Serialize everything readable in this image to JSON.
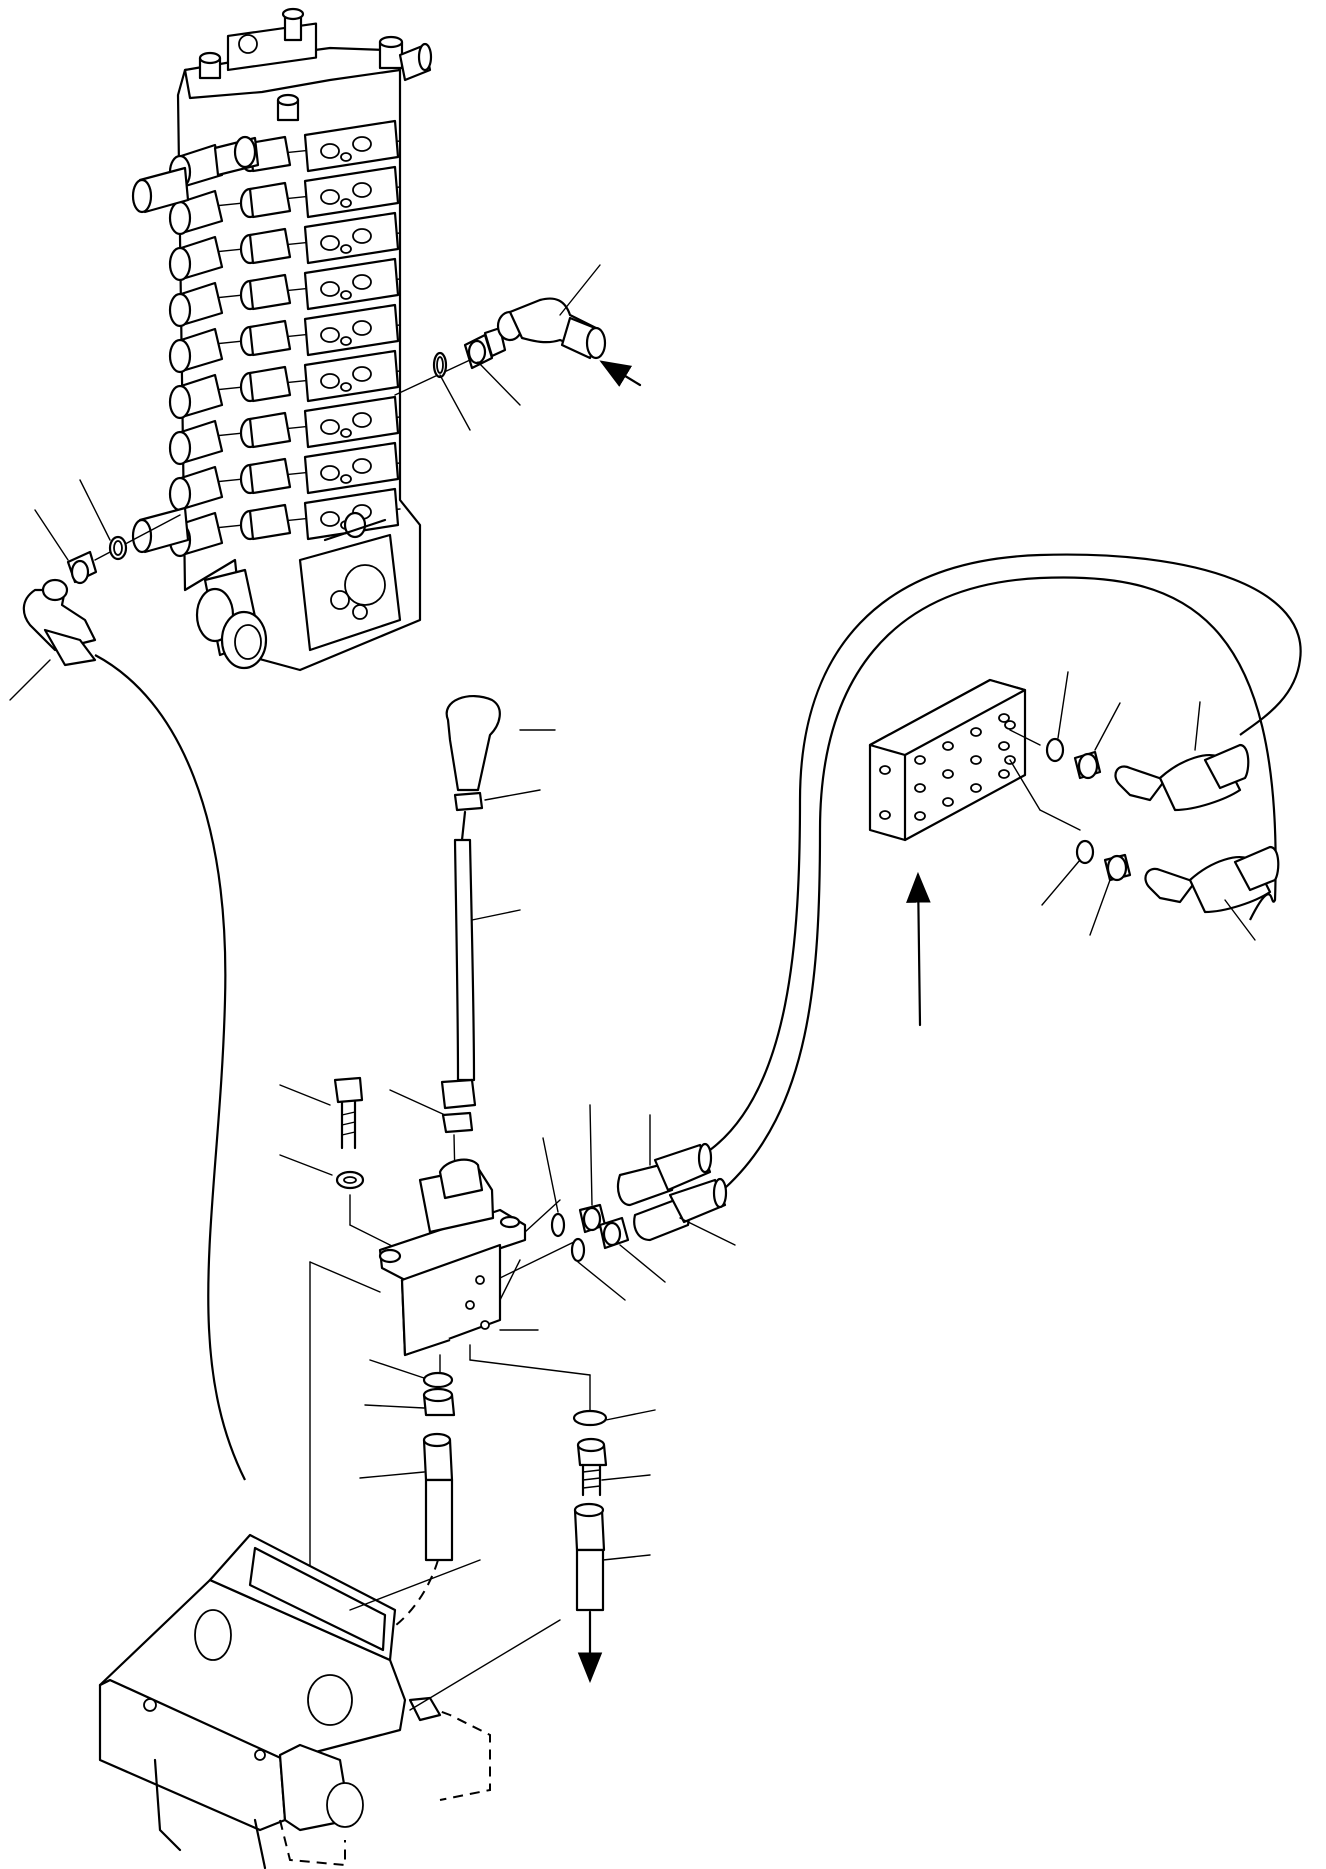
{
  "diagram": {
    "style": "exploded-parts-line-drawing",
    "parts": [
      {
        "id": "control-valve-block",
        "icon": "control-valve-icon"
      },
      {
        "id": "shift-knob",
        "icon": "knob-icon"
      },
      {
        "id": "lock-nut",
        "icon": "nut-icon"
      },
      {
        "id": "control-lever",
        "icon": "lever-icon"
      },
      {
        "id": "lever-boot",
        "icon": "boot-icon"
      },
      {
        "id": "pilot-valve",
        "icon": "pilot-valve-icon"
      },
      {
        "id": "mounting-bolt",
        "icon": "bolt-icon"
      },
      {
        "id": "washer",
        "icon": "washer-icon"
      },
      {
        "id": "manifold-block",
        "icon": "manifold-icon"
      },
      {
        "id": "pilot-hose",
        "icon": "hose-icon"
      },
      {
        "id": "o-ring",
        "icon": "o-ring-icon"
      },
      {
        "id": "elbow-adapter",
        "icon": "elbow-icon"
      },
      {
        "id": "mounting-bracket",
        "icon": "bracket-icon"
      }
    ],
    "arrows": [
      {
        "id": "arrow-to-valve",
        "icon": "arrow-icon"
      },
      {
        "id": "arrow-to-manifold",
        "icon": "arrow-up-icon"
      },
      {
        "id": "arrow-down-outlet",
        "icon": "arrow-down-icon"
      }
    ],
    "stroke_color": "#000000",
    "background_color": "#ffffff"
  }
}
